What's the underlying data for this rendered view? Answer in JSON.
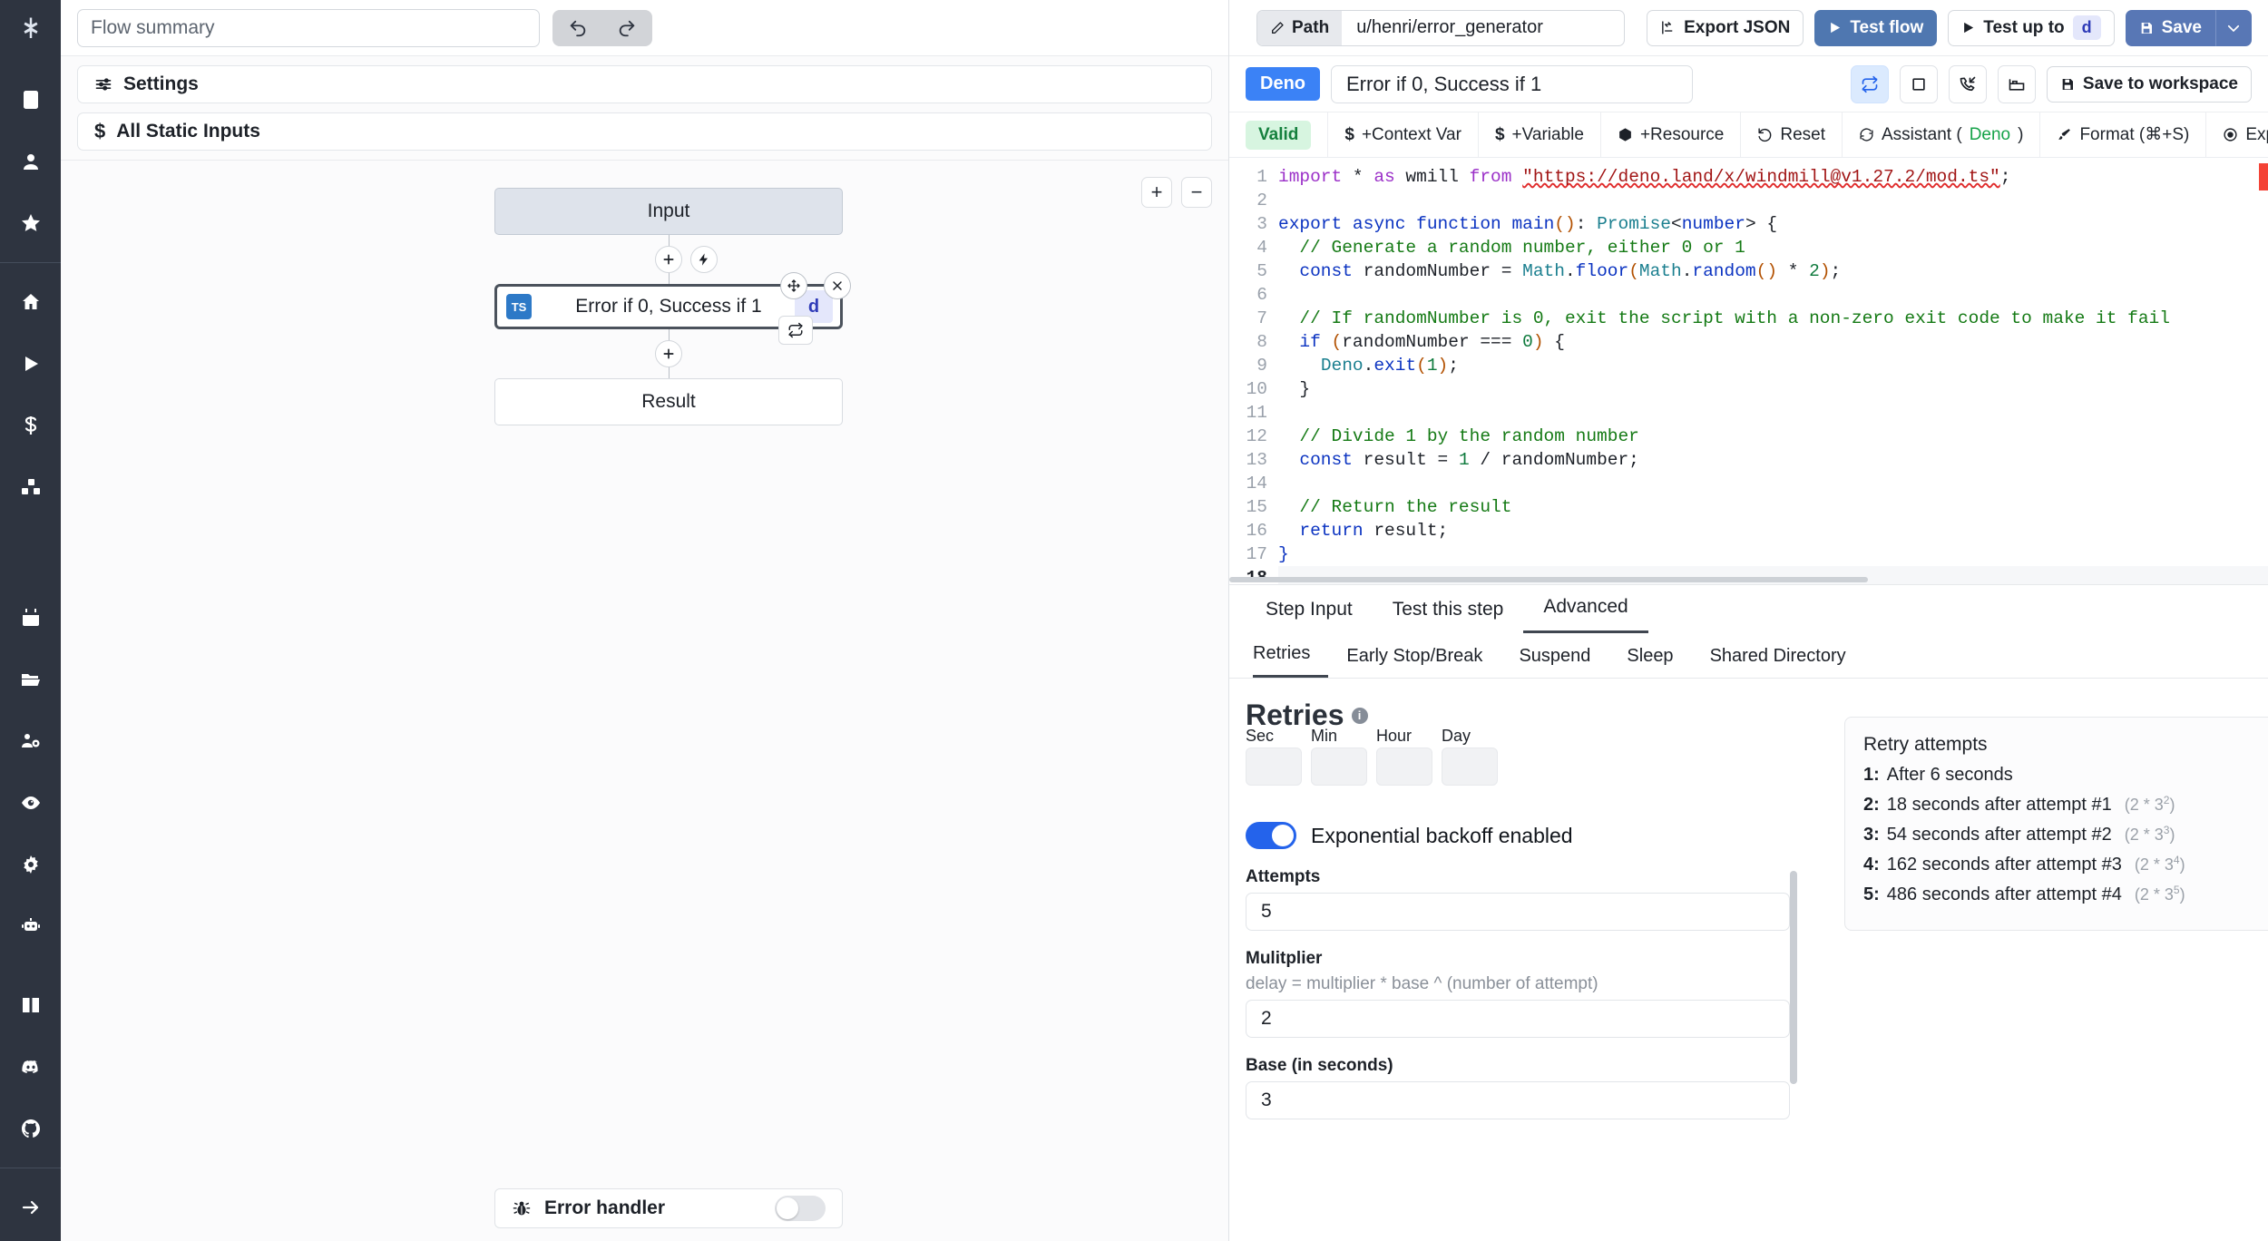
{
  "rail": {
    "logo_icon": "windmill-logo-icon",
    "items": [
      {
        "name": "building-icon"
      },
      {
        "name": "user-icon"
      },
      {
        "name": "star-icon"
      },
      {
        "name": "home-icon"
      },
      {
        "name": "play-icon"
      },
      {
        "name": "dollar-icon"
      },
      {
        "name": "blocks-icon"
      },
      {
        "name": "calendar-icon"
      },
      {
        "name": "folder-icon"
      },
      {
        "name": "users-gear-icon"
      },
      {
        "name": "eye-icon"
      },
      {
        "name": "gear-icon"
      },
      {
        "name": "robot-icon"
      },
      {
        "name": "book-icon"
      },
      {
        "name": "discord-icon"
      },
      {
        "name": "github-icon"
      },
      {
        "name": "arrow-right-icon"
      }
    ]
  },
  "topbar": {
    "summary_value": "",
    "summary_placeholder": "Flow summary",
    "undo_icon": "undo-icon",
    "redo_icon": "redo-icon",
    "path_label": "Path",
    "path_value": "u/henri/error_generator",
    "export_json": "Export JSON",
    "test_flow": "Test flow",
    "test_up_to": "Test up to",
    "test_up_to_step": "d",
    "save": "Save",
    "save_caret": "∨"
  },
  "flow_panels": {
    "settings": "Settings",
    "all_static_inputs": "All Static Inputs"
  },
  "canvas": {
    "zoom_in": "+",
    "zoom_out": "−",
    "nodes": {
      "input": "Input",
      "step_label": "Error if 0, Success if 1",
      "step_lang": "TS",
      "step_badge": "d",
      "result": "Result"
    },
    "error_handler": {
      "label": "Error handler",
      "enabled": false
    }
  },
  "step_header": {
    "language_badge": "Deno",
    "name_value": "Error if 0, Success if 1",
    "icons": [
      "retry-icon",
      "stop-square-icon",
      "phone-incoming-icon",
      "bed-icon"
    ],
    "save_to_workspace": "Save to workspace"
  },
  "code_toolbar": {
    "status": "Valid",
    "items": [
      {
        "icon": "dollar-icon",
        "label": "+Context Var"
      },
      {
        "icon": "dollar-icon",
        "label": "+Variable"
      },
      {
        "icon": "box-icon",
        "label": "+Resource"
      },
      {
        "icon": "reset-icon",
        "label": "Reset"
      },
      {
        "icon": "assistant-icon",
        "label": "Assistant (",
        "label_accent": "Deno",
        "label_tail": ")"
      },
      {
        "icon": "format-icon",
        "label": "Format (⌘+S)"
      },
      {
        "icon": "explore-icon",
        "label": "Explore other s"
      }
    ]
  },
  "editor": {
    "current_line": 18,
    "total_lines": 18,
    "code_lines": [
      "import * as wmill from \"https://deno.land/x/windmill@v1.27.2/mod.ts\";",
      "",
      "export async function main(): Promise<number> {",
      "  // Generate a random number, either 0 or 1",
      "  const randomNumber = Math.floor(Math.random() * 2);",
      "",
      "  // If randomNumber is 0, exit the script with a non-zero exit code to make it fail",
      "  if (randomNumber === 0) {",
      "    Deno.exit(1);",
      "  }",
      "",
      "  // Divide 1 by the random number",
      "  const result = 1 / randomNumber;",
      "",
      "  // Return the result",
      "  return result;",
      "}",
      ""
    ]
  },
  "bottom_tabs": {
    "tabs": [
      {
        "label": "Step Input",
        "active": false
      },
      {
        "label": "Test this step",
        "active": false
      },
      {
        "label": "Advanced",
        "active": true
      }
    ],
    "subtabs": [
      {
        "label": "Retries",
        "active": true
      },
      {
        "label": "Early Stop/Break",
        "active": false
      },
      {
        "label": "Suspend",
        "active": false
      },
      {
        "label": "Sleep",
        "active": false
      },
      {
        "label": "Shared Directory",
        "active": false
      }
    ]
  },
  "retries": {
    "title": "Retries",
    "info_icon": "info-icon",
    "units": [
      {
        "label": "Sec",
        "value": ""
      },
      {
        "label": "Min",
        "value": ""
      },
      {
        "label": "Hour",
        "value": ""
      },
      {
        "label": "Day",
        "value": ""
      }
    ],
    "exponential_backoff_label": "Exponential backoff enabled",
    "exponential_backoff_enabled": true,
    "attempts_label": "Attempts",
    "attempts_value": "5",
    "multiplier_label": "Mulitplier",
    "multiplier_hint": "delay = multiplier * base ^ (number of attempt)",
    "multiplier_value": "2",
    "base_label": "Base (in seconds)",
    "base_value": "3"
  },
  "retry_attempts": {
    "title": "Retry attempts",
    "rows": [
      {
        "n": "1:",
        "text": "After 6 seconds",
        "formula": "",
        "base": "",
        "exp": ""
      },
      {
        "n": "2:",
        "text": "18 seconds after attempt #1",
        "formula": "(2 * 3",
        "base": "",
        "exp": "2"
      },
      {
        "n": "3:",
        "text": "54 seconds after attempt #2",
        "formula": "(2 * 3",
        "base": "",
        "exp": "3"
      },
      {
        "n": "4:",
        "text": "162 seconds after attempt #3",
        "formula": "(2 * 3",
        "base": "",
        "exp": "4"
      },
      {
        "n": "5:",
        "text": "486 seconds after attempt #4",
        "formula": "(2 * 3",
        "base": "",
        "exp": "5"
      }
    ]
  },
  "colors": {
    "accent_blue": "#3b82f6",
    "primary_button": "#4f77b0",
    "rail_bg": "#2e3440",
    "valid_green": "#15803d",
    "toggle_on": "#2463eb"
  }
}
